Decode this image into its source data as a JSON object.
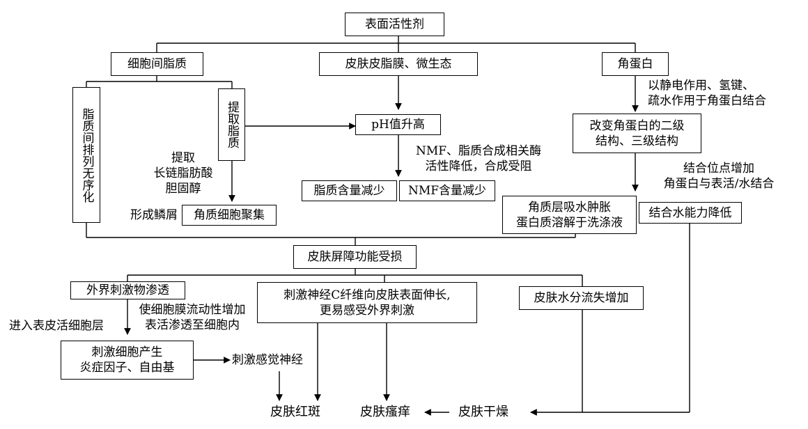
{
  "nodes": {
    "surfactant": "表面活性剂",
    "intercellular_lipids": "细胞间脂质",
    "sebum_microbiome": "皮肤皮脂膜、微生态",
    "keratin": "角蛋白",
    "lipid_disorder": "脂质间排列无序化",
    "extract_lipids": "提取脂质",
    "ph_rise": "pH值升高",
    "keratin_structure_change": "改变角蛋白的二级\n结构、三级结构",
    "lipid_decrease": "脂质含量减少",
    "nmf_decrease": "NMF含量减少",
    "corneocyte_aggregation": "角质细胞聚集",
    "stratum_swelling": "角质层吸水肿胀\n蛋白质溶解于洗涤液",
    "water_binding_decrease": "结合水能力降低",
    "barrier_damage": "皮肤屏障功能受损",
    "irritant_penetration": "外界刺激物渗透",
    "c_fiber_growth": "刺激神经C纤维向皮肤表面伸长,\n更易感受外界刺激",
    "water_loss": "皮肤水分流失增加",
    "inflammatory_factors": "刺激细胞产生\n炎症因子、自由基"
  },
  "labels": {
    "keratin_binding": "以静电作用、氢键、\n疏水作用于角蛋白结合",
    "extract_components": "提取\n长链脂肪酸\n胆固醇",
    "form_scales": "形成鳞屑",
    "nmf_enzyme": "NMF、脂质合成相关酶\n活性降低，合成受阻",
    "binding_sites": "结合位点增加\n角蛋白与表活/水结合",
    "membrane_fluidity": "使细胞膜流动性增加\n表活渗透至细胞内",
    "enter_epidermis": "进入表皮活细胞层",
    "stimulate_nerve": "刺激感觉神经"
  },
  "outcomes": {
    "erythema": "皮肤红斑",
    "itching": "皮肤瘙痒",
    "dryness": "皮肤干燥"
  }
}
